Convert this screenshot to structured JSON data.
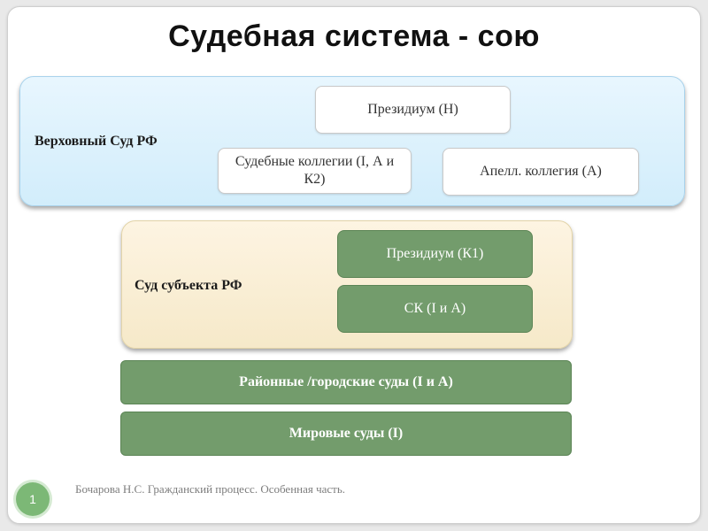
{
  "slide": {
    "title": "Судебная система - сою",
    "page_number": "1",
    "footer": "Бочарова Н.С. Гражданский процесс. Особенная часть."
  },
  "supreme_court": {
    "label": "Верховный Суд РФ",
    "presidium": "Президиум (Н)",
    "judicial_boards": "Судебные коллегии (I, А и К2)",
    "appeal_board": "Апелл. коллегия (А)"
  },
  "subject_court": {
    "label": "Суд субъекта РФ",
    "presidium": "Президиум (К1)",
    "board": "СК (I и А)"
  },
  "district_courts": "Районные /городские суды (I и А)",
  "magistrate_courts": "Мировые суды (I)",
  "colors": {
    "supreme_band": "#d9f0fc",
    "subject_band": "#f8ecd0",
    "green_box": "#739c6c",
    "page_badge": "#7cb876"
  }
}
